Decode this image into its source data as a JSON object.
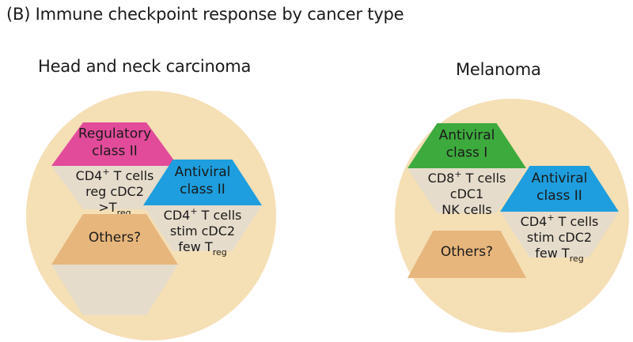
{
  "figure": {
    "title": "(B) Immune checkpoint response by cancer type"
  },
  "colors": {
    "circle": "#f5dfb5",
    "hex_lower": "#e6dccb",
    "regulatory": "#e24b9a",
    "antiviral_class_ii": "#1e9ede",
    "antiviral_class_i": "#3daa3d",
    "others": "#e7b67c"
  },
  "panels": [
    {
      "title": "Head and neck carcinoma",
      "hexagons": [
        {
          "label_lines": [
            "Regulatory",
            "class II"
          ],
          "cells": [
            {
              "text": "CD4",
              "sup": "+",
              "after": " T cells"
            },
            {
              "text": "reg cDC2"
            },
            {
              "text": ">T",
              "sub": "reg"
            }
          ]
        },
        {
          "label_lines": [
            "Antiviral",
            "class II"
          ],
          "cells": [
            {
              "text": "CD4",
              "sup": "+",
              "after": " T cells"
            },
            {
              "text": "stim cDC2"
            },
            {
              "text": "few T",
              "sub": "reg"
            }
          ]
        },
        {
          "label_lines": [
            "Others?"
          ],
          "cells": []
        }
      ]
    },
    {
      "title": "Melanoma",
      "hexagons": [
        {
          "label_lines": [
            "Antiviral",
            "class I"
          ],
          "cells": [
            {
              "text": "CD8",
              "sup": "+",
              "after": " T cells"
            },
            {
              "text": "cDC1"
            },
            {
              "text": "NK cells"
            }
          ]
        },
        {
          "label_lines": [
            "Antiviral",
            "class II"
          ],
          "cells": [
            {
              "text": "CD4",
              "sup": "+",
              "after": " T cells"
            },
            {
              "text": "stim cDC2"
            },
            {
              "text": "few T",
              "sub": "reg"
            }
          ]
        },
        {
          "label_lines": [
            "Others?"
          ],
          "cells": []
        }
      ]
    }
  ]
}
